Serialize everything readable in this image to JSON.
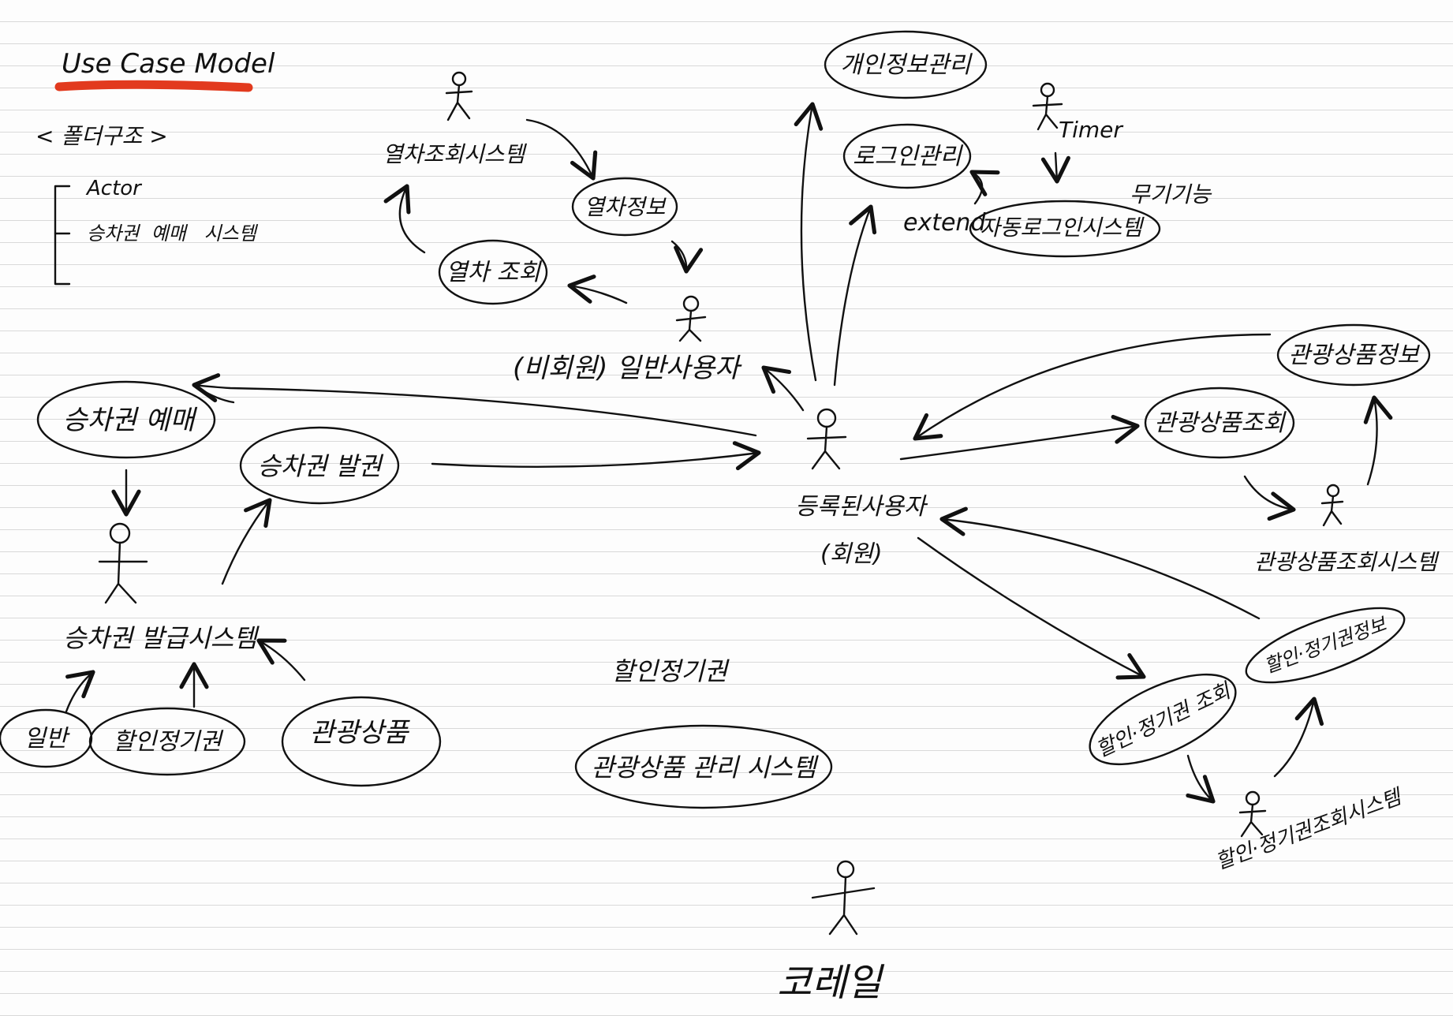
{
  "title": "Use Case Model",
  "accent_color": "#e23a1e",
  "ink_color": "#111111",
  "folder": {
    "heading": "< 폴더구조 >",
    "items": [
      "Actor",
      "승차권  예매   시스템"
    ]
  },
  "actors": {
    "train_query_system": "열차조회시스템",
    "general_user": "(비회원) 일반사용자",
    "registered_user": "등록된사용자",
    "registered_user_sub": "(회원)",
    "ticket_issue_system": "승차권 발급시스템",
    "tour_query_system": "관광상품조회시스템",
    "discount_query_system": "할인·정기권조회시스템",
    "timer": "Timer",
    "staff": "코레일"
  },
  "use_cases": {
    "personal_info": "개인정보관리",
    "login": "로그인관리",
    "auto_login": "자동로그인시스템",
    "train_info": "열차정보",
    "train_query": "열차 조회",
    "ticket_reserve": "승차권 예매",
    "ticket_issue": "승차권 발권",
    "general": "일반",
    "discount_pass": "할인정기권",
    "tour_product": "관광상품",
    "tour_manage": "관광상품 관리 시스템",
    "tour_query": "관광상품조회",
    "tour_info": "관광상품정보",
    "discount_query": "할인·정기권 조회",
    "discount_info": "할인·정기권정보"
  },
  "notes": {
    "extend": "extend",
    "unlimited": "무기기능",
    "discount_pass_label": "할인정기권"
  }
}
